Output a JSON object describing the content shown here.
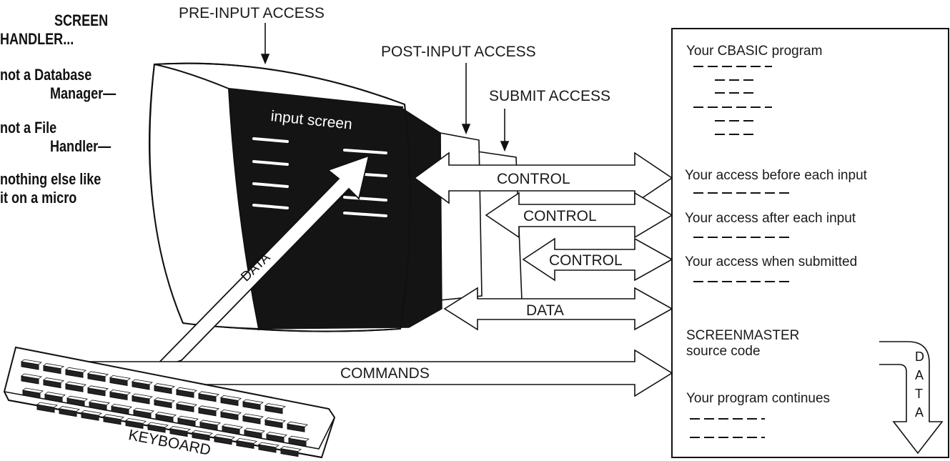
{
  "side_note": {
    "lines": [
      "SCREEN",
      "HANDLER...",
      "not a Database",
      "Manager—",
      "not a File",
      "Handler—",
      "nothing else like",
      "it on a micro"
    ]
  },
  "top_labels": {
    "pre_input": "PRE-INPUT ACCESS",
    "post_input": "POST-INPUT ACCESS",
    "submit": "SUBMIT ACCESS"
  },
  "monitor": {
    "screen_label": "input screen",
    "data_arrow_label": "DATA"
  },
  "arrows": {
    "control_1": "CONTROL",
    "control_2": "CONTROL",
    "control_3": "CONTROL",
    "data": "DATA",
    "commands": "COMMANDS"
  },
  "keyboard": {
    "label": "KEYBOARD"
  },
  "program_panel": {
    "title": "Your CBASIC program",
    "access_before": "Your access before each input",
    "access_after": "Your access after each input",
    "access_submitted": "Your access when submitted",
    "screenmaster_line1": "SCREENMASTER",
    "screenmaster_line2": "source code",
    "continues": "Your program continues",
    "data_letters": [
      "D",
      "A",
      "T",
      "A"
    ]
  }
}
